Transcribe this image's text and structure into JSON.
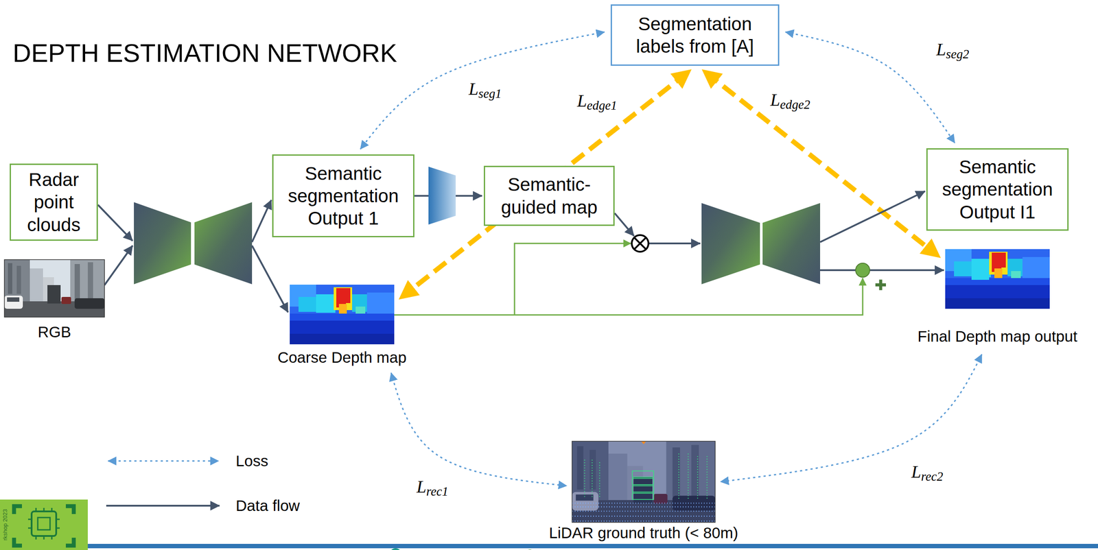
{
  "diagram": {
    "title": "DEPTH ESTIMATION NETWORK",
    "nodes": [
      {
        "text": [
          "Radar point clouds"
        ]
      },
      {
        "text": [
          "RGB"
        ]
      },
      {
        "text": [
          "Segmentation labels from [A]"
        ]
      },
      {
        "text": [
          "Semantic segmentation Output 1"
        ]
      },
      {
        "text": [
          "Semantic-guided map"
        ]
      },
      {
        "text": [
          "Semantic segmentation Output I1"
        ]
      },
      {
        "text": [
          "Coarse Depth map"
        ]
      },
      {
        "text": [
          "Final Depth map output"
        ]
      },
      {
        "text": [
          "LiDAR ground truth (< 80m)"
        ]
      }
    ],
    "edges": [
      {
        "from": 2,
        "to": 3,
        "arrow": "both",
        "label": "Lseg1"
      },
      {
        "from": 2,
        "to": 6,
        "arrow": "both",
        "label": "Ledge1"
      },
      {
        "from": 2,
        "to": 7,
        "arrow": "both",
        "label": "Ledge2"
      },
      {
        "from": 2,
        "to": 5,
        "arrow": "both",
        "label": "Lseg2"
      },
      {
        "from": 3,
        "to": 4,
        "arrow": "to"
      },
      {
        "from": 6,
        "to": 8,
        "arrow": "both",
        "label": "Lrec1"
      },
      {
        "from": 7,
        "to": 8,
        "arrow": "both",
        "label": "Lrec2"
      }
    ],
    "labels": [
      "rkshop 2023"
    ],
    "legend": [
      {
        "text": "Loss"
      },
      {
        "text": "Data flow"
      }
    ]
  }
}
